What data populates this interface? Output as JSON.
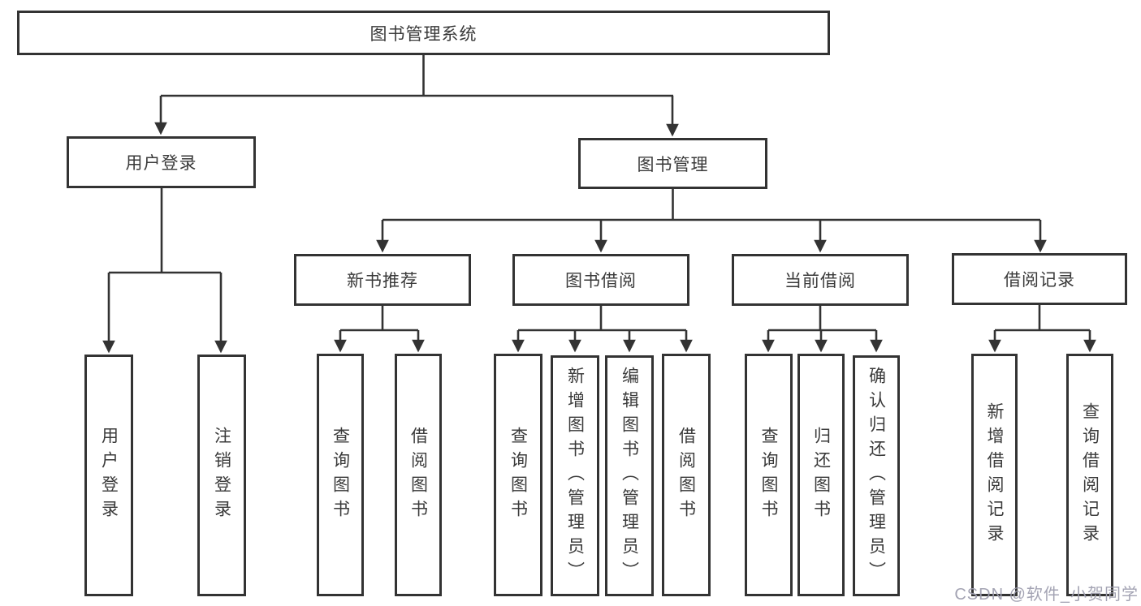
{
  "tree": {
    "root": {
      "label": "图书管理系统",
      "children": [
        {
          "label": "用户登录",
          "children": [
            {
              "label": "用户登录"
            },
            {
              "label": "注销登录"
            }
          ]
        },
        {
          "label": "图书管理",
          "children": [
            {
              "label": "新书推荐",
              "children": [
                {
                  "label": "查询图书"
                },
                {
                  "label": "借阅图书"
                }
              ]
            },
            {
              "label": "图书借阅",
              "children": [
                {
                  "label": "查询图书"
                },
                {
                  "label": "新增图书（管理员）"
                },
                {
                  "label": "编辑图书（管理员）"
                },
                {
                  "label": "借阅图书"
                }
              ]
            },
            {
              "label": "当前借阅",
              "children": [
                {
                  "label": "查询图书"
                },
                {
                  "label": "归还图书"
                },
                {
                  "label": "确认归还（管理员）"
                }
              ]
            },
            {
              "label": "借阅记录",
              "children": [
                {
                  "label": "新增借阅记录"
                },
                {
                  "label": "查询借阅记录"
                }
              ]
            }
          ]
        }
      ]
    }
  },
  "watermark": "CSDN @软件_小贺同学",
  "colors": {
    "line": "#333333",
    "text": "#3a3a3a",
    "watermark": "#9e9eaf"
  }
}
